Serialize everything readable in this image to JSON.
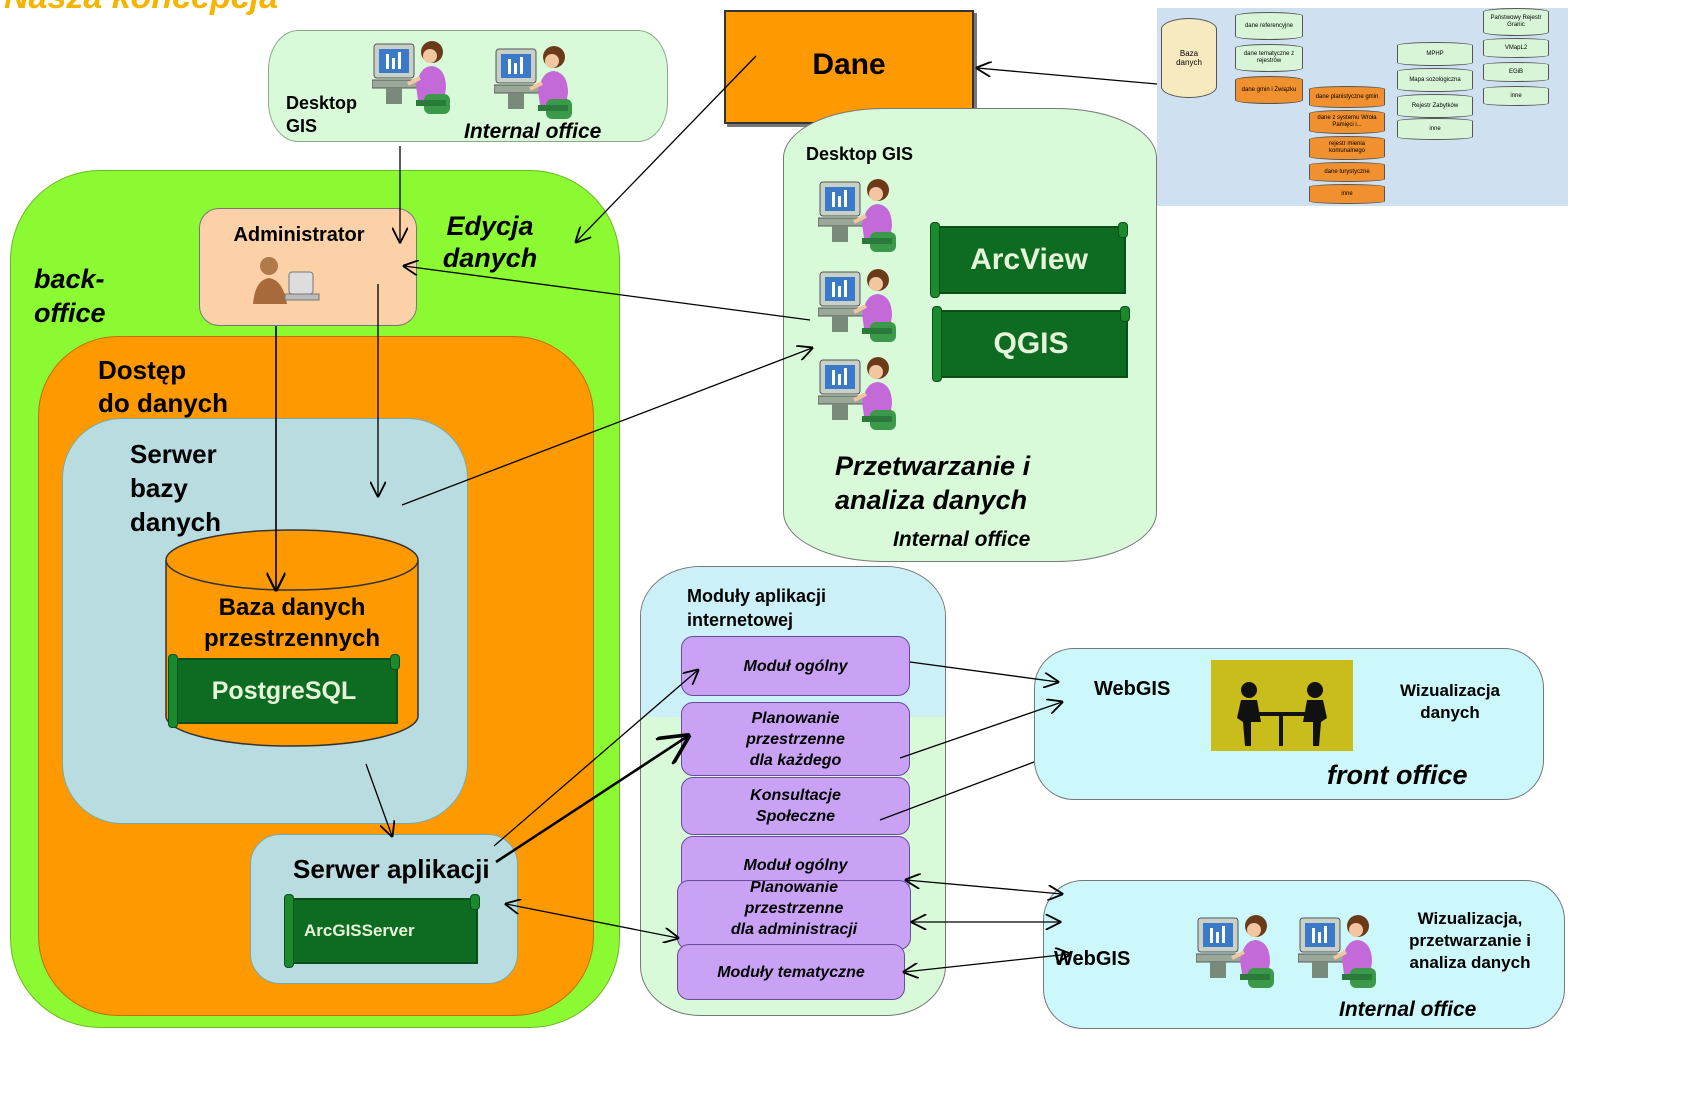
{
  "title": "Nasza koncepcja",
  "top_office": {
    "desktop_gis": "Desktop\nGIS",
    "internal_office": "Internal office"
  },
  "dane": "Dane",
  "backoffice": {
    "label": "back-\noffice",
    "edycja": "Edycja\ndanych",
    "administrator": "Administrator",
    "dostep": "Dostęp\ndo danych",
    "serwer_bazy": "Serwer\nbazy\ndanych",
    "baza": "Baza danych\nprzestrzennych",
    "postgres": "PostgreSQL",
    "serwer_aplikacji": "Serwer aplikacji",
    "arcgis": "ArcGISServer"
  },
  "right_office": {
    "desktop_gis": "Desktop GIS",
    "arcview": "ArcView",
    "qgis": "QGIS",
    "przetwarzanie": "Przetwarzanie i\nanaliza danych",
    "internal_office": "Internal office"
  },
  "modules": {
    "title": "Moduły aplikacji\ninternetowej",
    "items": [
      "Moduł ogólny",
      "Planowanie\nprzestrzenne\ndla każdego",
      "Konsultacje\nSpołeczne",
      "Moduł ogólny",
      "Planowanie\nprzestrzenne\ndla administracji",
      "Moduły tematyczne"
    ]
  },
  "front_office": {
    "webgis": "WebGIS",
    "wizualizacja": "Wizualizacja\ndanych",
    "label": "front office"
  },
  "internal_bottom": {
    "webgis": "WebGIS",
    "wizualizacja": "Wizualizacja,\nprzetwarzanie i\nanaliza danych",
    "label": "Internal office"
  },
  "sources": {
    "baza": "Baza\ndanych",
    "items": [
      "dane referencyjne",
      "dane tematyczne z\nrejestrów",
      "dane gmin i Związku",
      "dane planistyczne gmin",
      "dane z systemu Wroła\nPamięci i...",
      "rejestr mienia\nkomunalnego",
      "dane turystyczne",
      "inne",
      "MPHP",
      "Mapa sozologiczna",
      "Rejestr Zabytków",
      "inne",
      "Państwowy Rejestr\nGranic",
      "VMapL2",
      "EGiB",
      "inne"
    ]
  },
  "colors": {
    "green": "#8cfa32",
    "orange": "#ff9900",
    "light_blue": "#b8dce0",
    "mint": "#d8fad8",
    "cyan": "#ccf7fb",
    "purple": "#c9a2f5",
    "dark_green": "#0d6b22",
    "peach": "#fdd1a8"
  }
}
